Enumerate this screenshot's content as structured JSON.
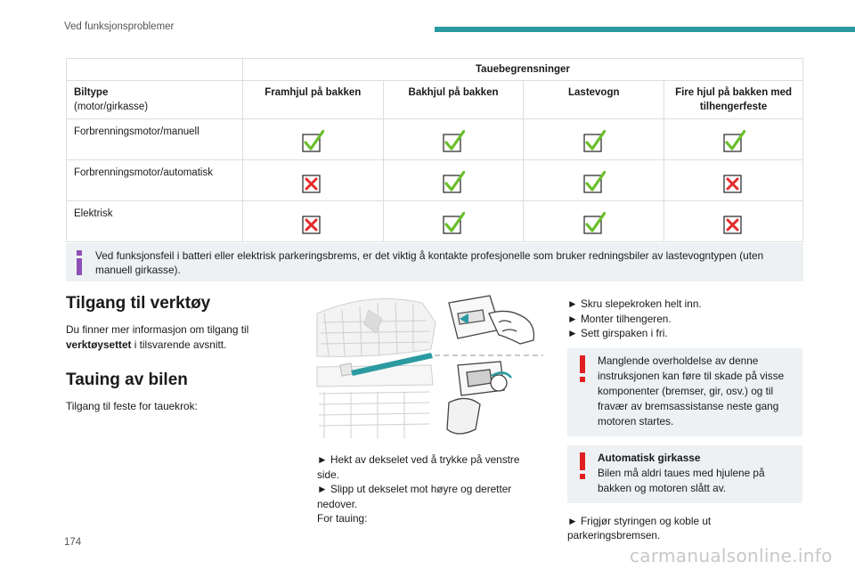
{
  "header": {
    "section": "Ved funksjonsproblemer"
  },
  "table": {
    "group_heading": "Tauebegrensninger",
    "type_heading": "Biltype",
    "type_subheading": "(motor/girkasse)",
    "columns": [
      "Framhjul på bakken",
      "Bakhjul på bakken",
      "Lastevogn",
      "Fire hjul på bakken med tilhengerfeste"
    ],
    "rows": [
      {
        "label": "Forbrenningsmotor/manuell",
        "marks": [
          "check",
          "check",
          "check",
          "check"
        ]
      },
      {
        "label": "Forbrenningsmotor/automatisk",
        "marks": [
          "cross",
          "check",
          "check",
          "cross"
        ]
      },
      {
        "label": "Elektrisk",
        "marks": [
          "cross",
          "check",
          "check",
          "cross"
        ]
      }
    ]
  },
  "info_note": "Ved funksjonsfeil i batteri eller elektrisk parkeringsbrems, er det viktig å kontakte profesjonelle som bruker redningsbiler av lastevogntypen (uten manuell girkasse).",
  "tools": {
    "title": "Tilgang til verktøy",
    "text_before": "Du finner mer informasjon om tilgang til ",
    "text_bold": "verktøysettet",
    "text_after": " i tilsvarende avsnitt."
  },
  "towing": {
    "title": "Tauing av bilen",
    "intro": "Tilgang til feste for tauekrok:"
  },
  "steps_mid": [
    "► Hekt av dekselet ved å trykke på venstre side.",
    "► Slipp ut dekselet mot høyre og deretter nedover.",
    "For tauing:"
  ],
  "steps_right": [
    "► Skru slepekroken helt inn.",
    "► Monter tilhengeren.",
    "► Sett girspaken i fri."
  ],
  "warning1": "Manglende overholdelse av denne instruksjonen kan føre til skade på visse komponenter (bremser, gir, osv.) og til fravær av bremsassistanse neste gang motoren startes.",
  "warning2": {
    "title": "Automatisk girkasse",
    "text": "Bilen må aldri taues med hjulene på bakken og motoren slått av."
  },
  "final_step": "► Frigjør styringen og koble ut parkeringsbremsen.",
  "page_number": "174",
  "watermark": "carmanualsonline.info",
  "colors": {
    "accent": "#2a9aa0",
    "check": "#6abf2c",
    "cross": "#e32b2b",
    "warning": "#e02020",
    "info": "#8e4fb5"
  }
}
